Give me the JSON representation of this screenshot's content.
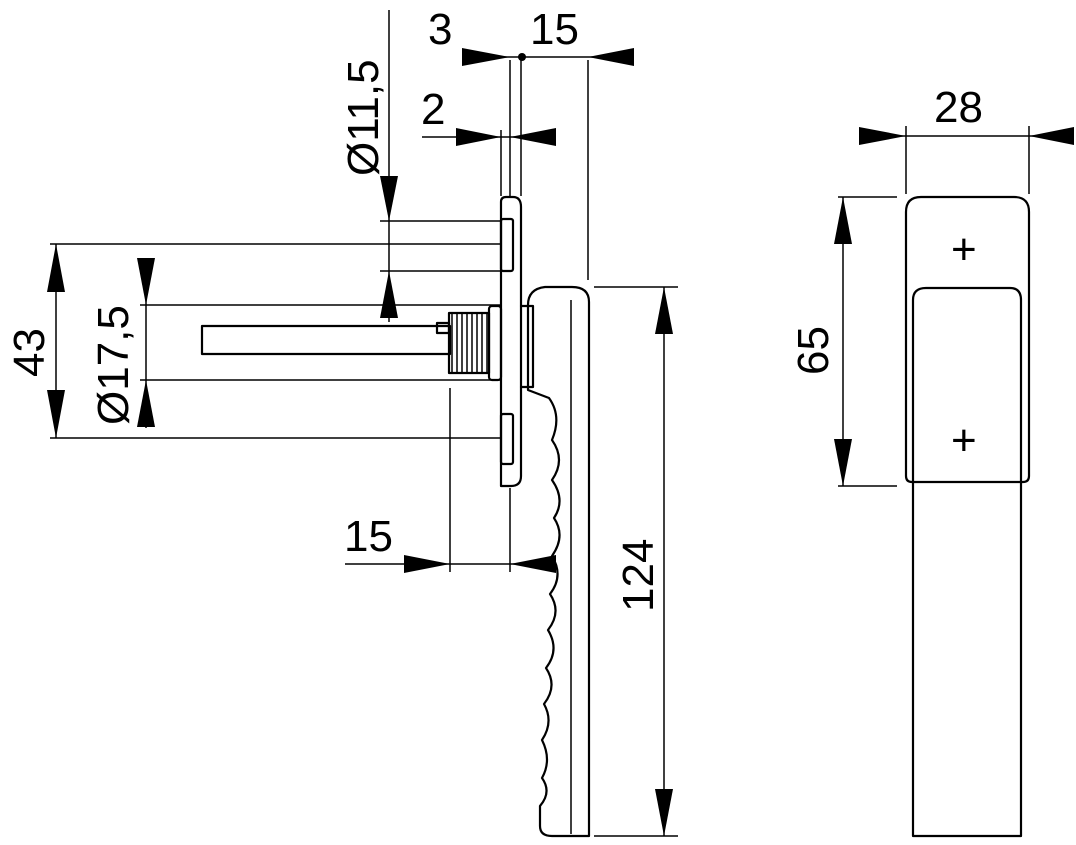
{
  "dimensions": {
    "dia_11_5": "Ø11,5",
    "dim_3": "3",
    "dim_15_top": "15",
    "dim_2": "2",
    "dim_43": "43",
    "dia_17_5": "Ø17,5",
    "dim_15_bottom": "15",
    "dim_124": "124",
    "dim_28": "28",
    "dim_65": "65"
  },
  "marks": {
    "cross_top": "+",
    "cross_bottom": "+"
  }
}
